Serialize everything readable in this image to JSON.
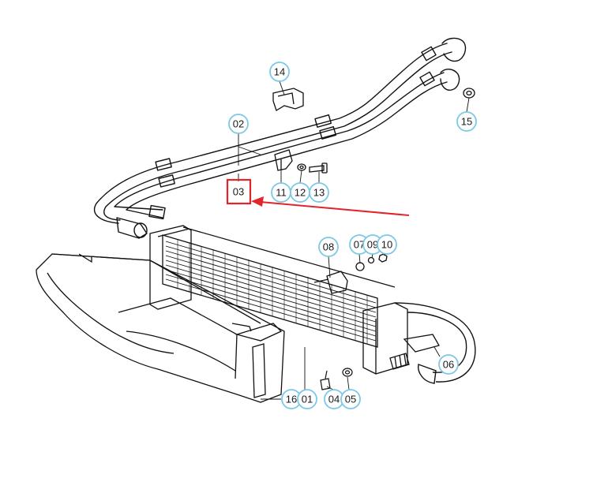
{
  "colors": {
    "callout_ring": "#7cc8e6",
    "callout_fill": "#ffffff",
    "highlight": "#e0262b",
    "line": "#111111",
    "background": "#ffffff"
  },
  "callouts": {
    "c01": "01",
    "c02": "02",
    "c03": "03",
    "c04": "04",
    "c05": "05",
    "c06": "06",
    "c07": "07",
    "c08": "08",
    "c09": "09",
    "c10": "10",
    "c11": "11",
    "c12": "12",
    "c13": "13",
    "c14": "14",
    "c15": "15",
    "c16": "16"
  },
  "highlighted_part": "03"
}
